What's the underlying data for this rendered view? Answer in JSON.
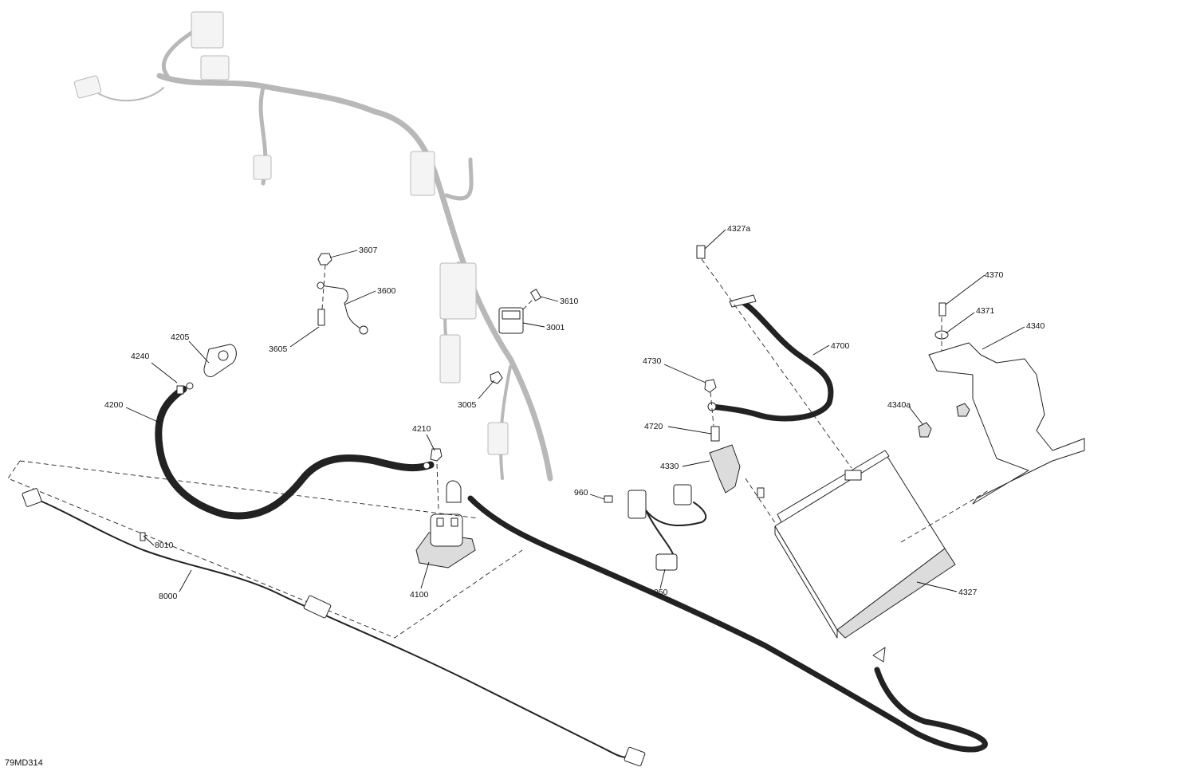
{
  "diagram": {
    "id_code": "79MD314",
    "callouts": [
      {
        "key": "3607",
        "text": "3607"
      },
      {
        "key": "3600",
        "text": "3600"
      },
      {
        "key": "3605",
        "text": "3605"
      },
      {
        "key": "3610",
        "text": "3610"
      },
      {
        "key": "3001",
        "text": "3001"
      },
      {
        "key": "3005",
        "text": "3005"
      },
      {
        "key": "4205",
        "text": "4205"
      },
      {
        "key": "4240",
        "text": "4240"
      },
      {
        "key": "4200",
        "text": "4200"
      },
      {
        "key": "4210",
        "text": "4210"
      },
      {
        "key": "4100",
        "text": "4100"
      },
      {
        "key": "8010",
        "text": "8010"
      },
      {
        "key": "8000",
        "text": "8000"
      },
      {
        "key": "960",
        "text": "960"
      },
      {
        "key": "950",
        "text": "950"
      },
      {
        "key": "4327a",
        "text": "4327a"
      },
      {
        "key": "4700",
        "text": "4700"
      },
      {
        "key": "4730",
        "text": "4730"
      },
      {
        "key": "4720",
        "text": "4720"
      },
      {
        "key": "4330",
        "text": "4330"
      },
      {
        "key": "4327",
        "text": "4327"
      },
      {
        "key": "4370",
        "text": "4370"
      },
      {
        "key": "4371",
        "text": "4371"
      },
      {
        "key": "4340",
        "text": "4340"
      },
      {
        "key": "4340a",
        "text": "4340a"
      }
    ]
  }
}
